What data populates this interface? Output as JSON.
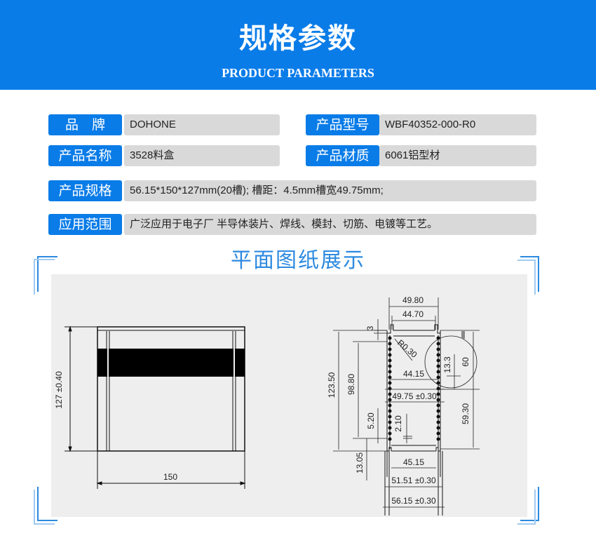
{
  "header": {
    "title": "规格参数",
    "subtitle": "PRODUCT PARAMETERS",
    "background_color": "#0a7ce8"
  },
  "params": {
    "brand": {
      "label": "品　牌",
      "value": "DOHONE"
    },
    "model": {
      "label": "产品型号",
      "value": "WBF40352-000-R0"
    },
    "name": {
      "label": "产品名称",
      "value": "3528料盒"
    },
    "material": {
      "label": "产品材质",
      "value": "6061铝型材"
    },
    "spec": {
      "label": "产品规格",
      "value": "56.15*150*127mm(20槽); 槽距：4.5mm槽宽49.75mm;"
    },
    "application": {
      "label": "应用范围",
      "value": "广泛应用于电子厂 半导体装片、焊线、模封、切筋、电镀等工艺。"
    }
  },
  "drawing_section": {
    "title": "平面图纸展示",
    "front_view": {
      "height_dim": "127 ±0.40",
      "width_dim": "150"
    },
    "section_view": {
      "dims": {
        "top_outer": "49.80",
        "top_inner": "44.70",
        "lip": "3",
        "radius": "R0.30",
        "inner_width": "44.15",
        "slot_width": "49.75 ±0.30",
        "detail_h": "13.3",
        "detail_circle": "60",
        "overall_h": "123.50",
        "inner_h": "98.80",
        "bottom_gap": "5.20",
        "slot_bottom": "2.10",
        "right_h": "59.30",
        "foot": "13.05",
        "base_inner": "45.15",
        "base_mid": "51.51 ±0.30",
        "base_outer": "56.15 ±0.30"
      }
    }
  }
}
